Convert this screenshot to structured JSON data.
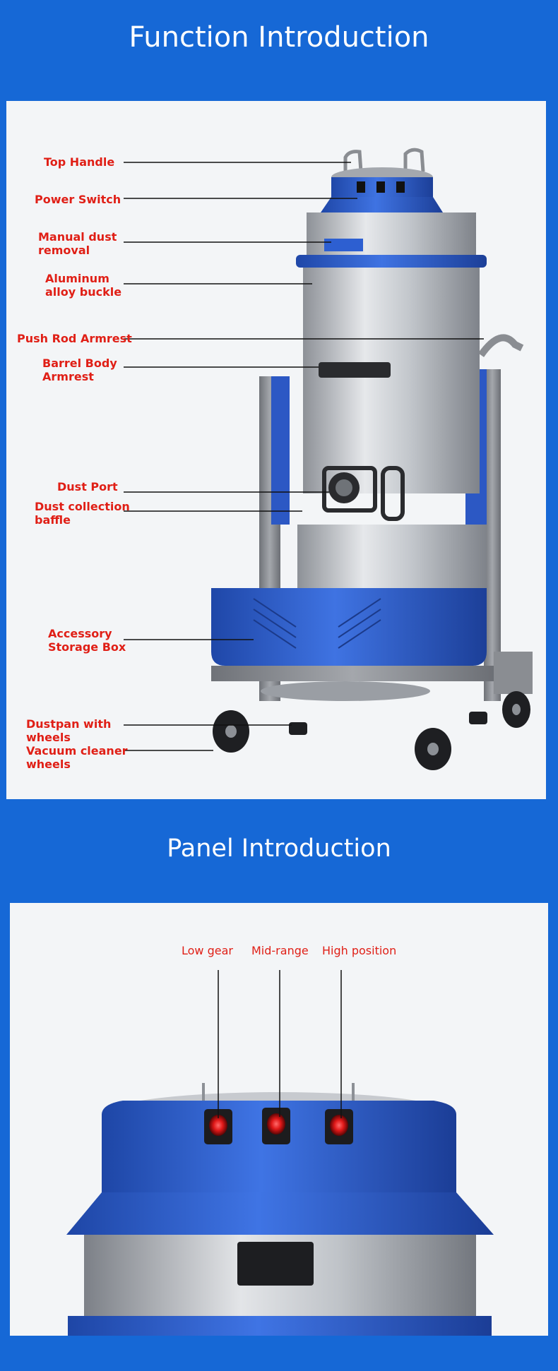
{
  "sections": {
    "function_title": "Function Introduction",
    "panel_title": "Panel Introduction"
  },
  "function_labels": {
    "top_handle": "Top Handle",
    "power_switch": "Power Switch",
    "manual_dust_removal": "Manual dust\nremoval",
    "aluminum_buckle": "Aluminum\nalloy buckle",
    "push_rod_armrest": "Push Rod Armrest",
    "barrel_body_armrest": "Barrel Body\nArmrest",
    "dust_port": "Dust Port",
    "dust_collection_baffle": "Dust collection\nbaffle",
    "accessory_storage_box": "Accessory\nStorage Box",
    "dustpan_wheels": "Dustpan with\nwheels",
    "vacuum_cleaner_wheels": "Vacuum cleaner\nwheels"
  },
  "panel_labels": {
    "low_gear": "Low gear",
    "mid_range": "Mid-range",
    "high_position": "High position"
  },
  "colors": {
    "background": "#1668d6",
    "label_red": "#e01f16",
    "machine_blue": "#2f5fd0",
    "steel": "#b8bcc2"
  }
}
